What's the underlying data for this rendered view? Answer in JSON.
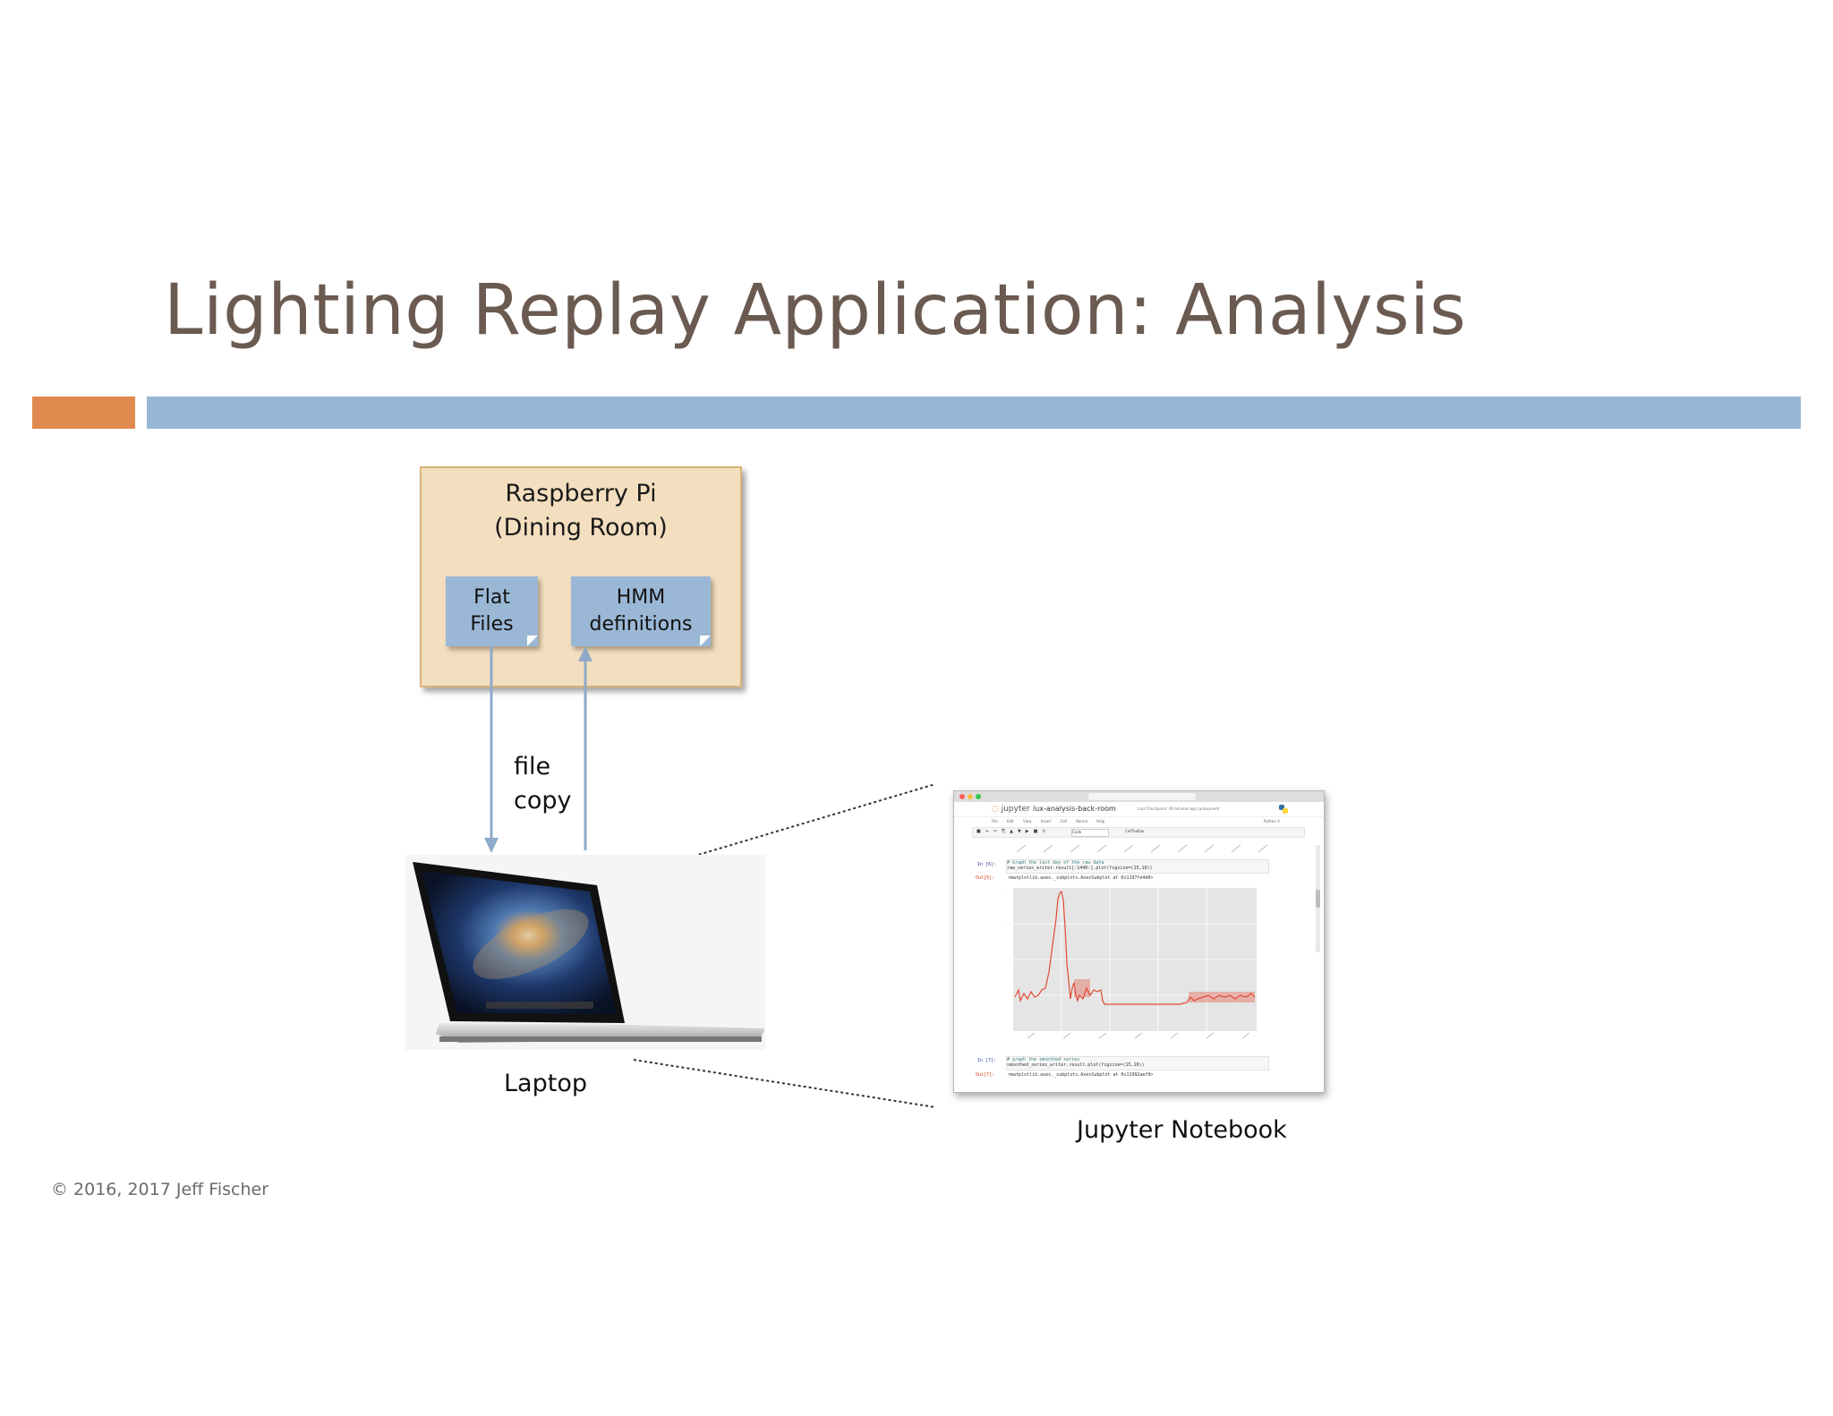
{
  "slide": {
    "title": "Lighting Replay Application: Analysis",
    "copyright": "© 2016, 2017 Jeff Fischer"
  },
  "colors": {
    "title": "#6b5a50",
    "accent_orange": "#e08a4f",
    "accent_blue": "#97b6d5",
    "pi_box_fill": "#f3dfbf",
    "note_fill": "#9ab8d6",
    "arrow": "#8eaac8"
  },
  "diagram": {
    "pi_box": {
      "title_line1": "Raspberry Pi",
      "title_line2": "(Dining Room)"
    },
    "notes": {
      "flat_files": {
        "line1": "Flat",
        "line2": "Files"
      },
      "hmm": {
        "line1": "HMM",
        "line2": "definitions"
      }
    },
    "arrow_label": {
      "line1": "file",
      "line2": "copy"
    },
    "laptop_label": "Laptop",
    "notebook_label": "Jupyter Notebook"
  },
  "notebook": {
    "logo": "jupyter",
    "name": "lux-analysis-back-room",
    "checkpoint": "Last Checkpoint: 36 minutes ago (autosaved)",
    "kernel": "Python 3",
    "menu": [
      "File",
      "Edit",
      "View",
      "Insert",
      "Cell",
      "Kernel",
      "Help"
    ],
    "cell_type": "Code",
    "celltoolbar": "CellToolbar",
    "cells": [
      {
        "prompt": "In [6]:",
        "code1": "# Graph the last day of the raw data",
        "code2": "raw_series_writer.result[-1440:].plot(figsize=(15,10))"
      },
      {
        "prompt": "Out[6]:",
        "code1": "<matplotlib.axes._subplots.AxesSubplot at 0x1197fe4d0>"
      },
      {
        "prompt": "In [7]:",
        "code1": "# graph the smoothed series",
        "code2": "smoothed_series_writer.result.plot(figsize=(15,10))"
      },
      {
        "prompt": "Out[7]:",
        "code1": "<matplotlib.axes._subplots.AxesSubplot at 0x11992aef0>"
      }
    ],
    "plot_line_color": "#e24a33"
  }
}
